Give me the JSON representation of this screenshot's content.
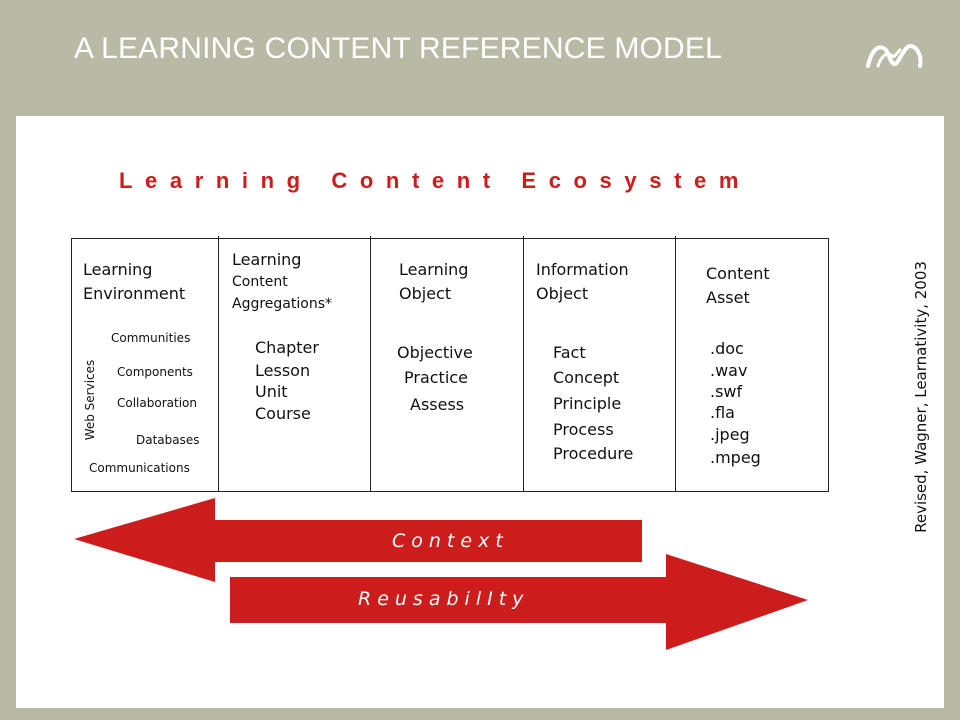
{
  "title": "A LEARNING CONTENT REFERENCE MODEL",
  "ecosystem_title": "Learning Content Ecosystem",
  "columns": [
    {
      "heading": [
        "Learning",
        "Environment"
      ],
      "services_label": "Web Services",
      "items": [
        "Communities",
        "Components",
        "Collaboration",
        "Databases",
        "Communications"
      ]
    },
    {
      "heading": [
        "Learning",
        "Content",
        "Aggregations*"
      ],
      "items": [
        "Chapter",
        "Lesson",
        "Unit",
        "Course"
      ]
    },
    {
      "heading": [
        "Learning",
        "Object"
      ],
      "items": [
        "Objective",
        "Practice",
        "Assess"
      ]
    },
    {
      "heading": [
        "Information",
        "Object"
      ],
      "items": [
        "Fact",
        "Concept",
        "Principle",
        "Process",
        "Procedure"
      ]
    },
    {
      "heading": [
        "Content",
        "Asset"
      ],
      "items": [
        ".doc",
        ".wav",
        ".swf",
        ".fla",
        ".jpeg",
        ".mpeg"
      ]
    }
  ],
  "arrows": {
    "context_label": "Context",
    "reusability_label": "ReusabilIty",
    "color": "#cc1c1c"
  },
  "credit": "Revised, Wagner, Learnativity, 2003",
  "colors": {
    "background": "#b9baa6",
    "panel": "#ffffff",
    "accent": "#cc1c1c"
  },
  "logo_icon": "company-logo-mark"
}
